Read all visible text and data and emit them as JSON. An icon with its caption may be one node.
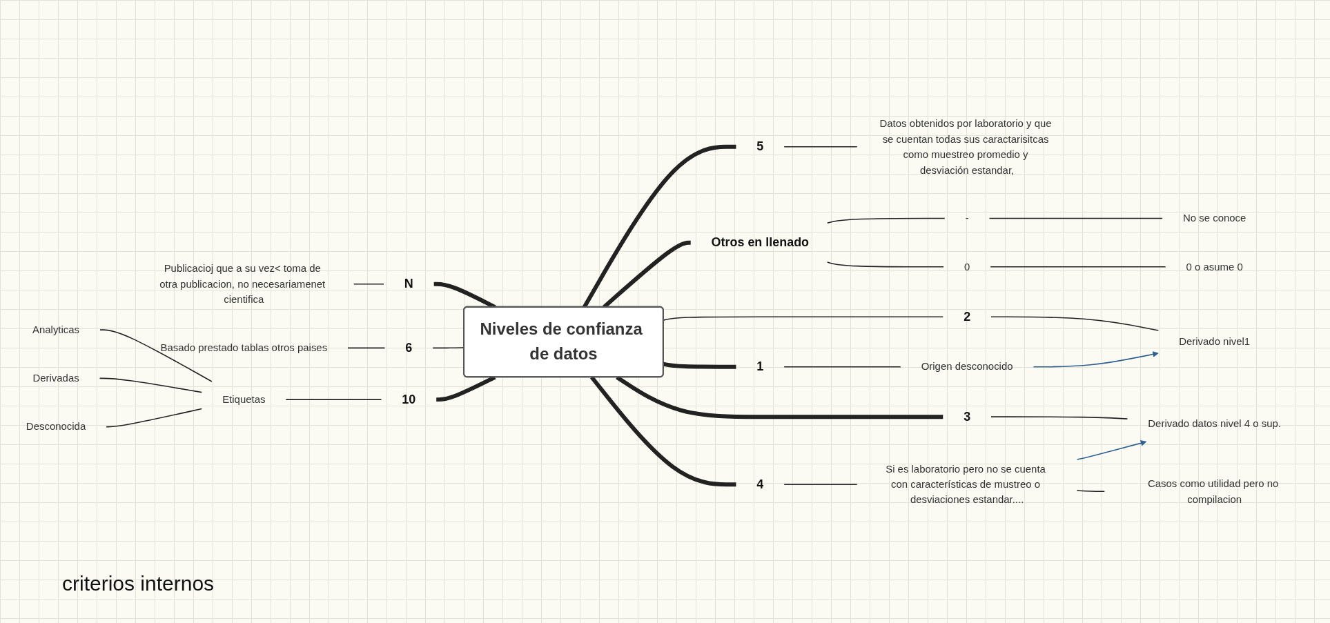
{
  "diagram": {
    "nodes": [
      {
        "text": [
          "Datos obtenidos por laboratorio y que se cuentan todas sus caractarisitcas como muestreo promedio y desviación estandar,"
        ]
      },
      {
        "text": [
          "5"
        ]
      },
      {
        "text": [
          "No se conoce"
        ]
      },
      {
        "text": [
          "-"
        ]
      },
      {
        "text": [
          "Otros en llenado"
        ]
      },
      {
        "text": [
          "0"
        ]
      },
      {
        "text": [
          "0 o asume 0"
        ]
      },
      {
        "text": [
          "Publicacioj que a su vez< toma de otra publicacion, no necesariamenet cientifica"
        ]
      },
      {
        "text": [
          "N"
        ]
      },
      {
        "text": [
          "Basado prestado tablas otros paises"
        ]
      },
      {
        "text": [
          "6"
        ]
      },
      {
        "text": [
          "Niveles de confianza de datos"
        ]
      },
      {
        "text": [
          "2"
        ]
      },
      {
        "text": [
          "Derivado nivel1"
        ]
      },
      {
        "text": [
          "Analyticas"
        ]
      },
      {
        "text": [
          "Derivadas"
        ]
      },
      {
        "text": [
          "Etiquetas"
        ]
      },
      {
        "text": [
          "10"
        ]
      },
      {
        "text": [
          "Desconocida"
        ]
      },
      {
        "text": [
          "1"
        ]
      },
      {
        "text": [
          "Origen desconocido"
        ]
      },
      {
        "text": [
          "3"
        ]
      },
      {
        "text": [
          "Derivado datos nivel 4 o sup."
        ]
      },
      {
        "text": [
          "Si es laboratorio pero no se cuenta con características de mustreo o desviaciones estandar...."
        ]
      },
      {
        "text": [
          "4"
        ]
      },
      {
        "text": [
          "Casos como utilidad pero no compilacion"
        ]
      }
    ],
    "edges": [
      {
        "from": 7,
        "to": 8,
        "arrow": "none"
      },
      {
        "from": 8,
        "to": 11,
        "arrow": "none",
        "style": "thick"
      },
      {
        "from": 9,
        "to": 10,
        "arrow": "none"
      },
      {
        "from": 10,
        "to": 11,
        "arrow": "none"
      },
      {
        "from": 14,
        "to": 16,
        "arrow": "none"
      },
      {
        "from": 15,
        "to": 16,
        "arrow": "none"
      },
      {
        "from": 18,
        "to": 16,
        "arrow": "none"
      },
      {
        "from": 16,
        "to": 17,
        "arrow": "none"
      },
      {
        "from": 17,
        "to": 11,
        "arrow": "none",
        "style": "thick"
      },
      {
        "from": 11,
        "to": 1,
        "arrow": "none",
        "style": "thick"
      },
      {
        "from": 1,
        "to": 0,
        "arrow": "none"
      },
      {
        "from": 11,
        "to": 4,
        "arrow": "none",
        "style": "thick"
      },
      {
        "from": 4,
        "to": 3,
        "arrow": "none"
      },
      {
        "from": 3,
        "to": 2,
        "arrow": "none"
      },
      {
        "from": 4,
        "to": 5,
        "arrow": "none"
      },
      {
        "from": 5,
        "to": 6,
        "arrow": "none"
      },
      {
        "from": 11,
        "to": 12,
        "arrow": "none"
      },
      {
        "from": 12,
        "to": 13,
        "arrow": "none"
      },
      {
        "from": 11,
        "to": 19,
        "arrow": "none",
        "style": "thick"
      },
      {
        "from": 19,
        "to": 20,
        "arrow": "none"
      },
      {
        "from": 11,
        "to": 21,
        "arrow": "none",
        "style": "thick"
      },
      {
        "from": 21,
        "to": 22,
        "arrow": "none"
      },
      {
        "from": 11,
        "to": 24,
        "arrow": "none",
        "style": "thick"
      },
      {
        "from": 24,
        "to": 23,
        "arrow": "none"
      },
      {
        "from": 23,
        "to": 25,
        "arrow": "none"
      },
      {
        "from": 20,
        "to": 13,
        "arrow": "to",
        "color": "#2f5f8f"
      },
      {
        "from": 23,
        "to": 22,
        "arrow": "to",
        "color": "#2f5f8f"
      }
    ],
    "labels": [
      "criterios internos"
    ]
  }
}
